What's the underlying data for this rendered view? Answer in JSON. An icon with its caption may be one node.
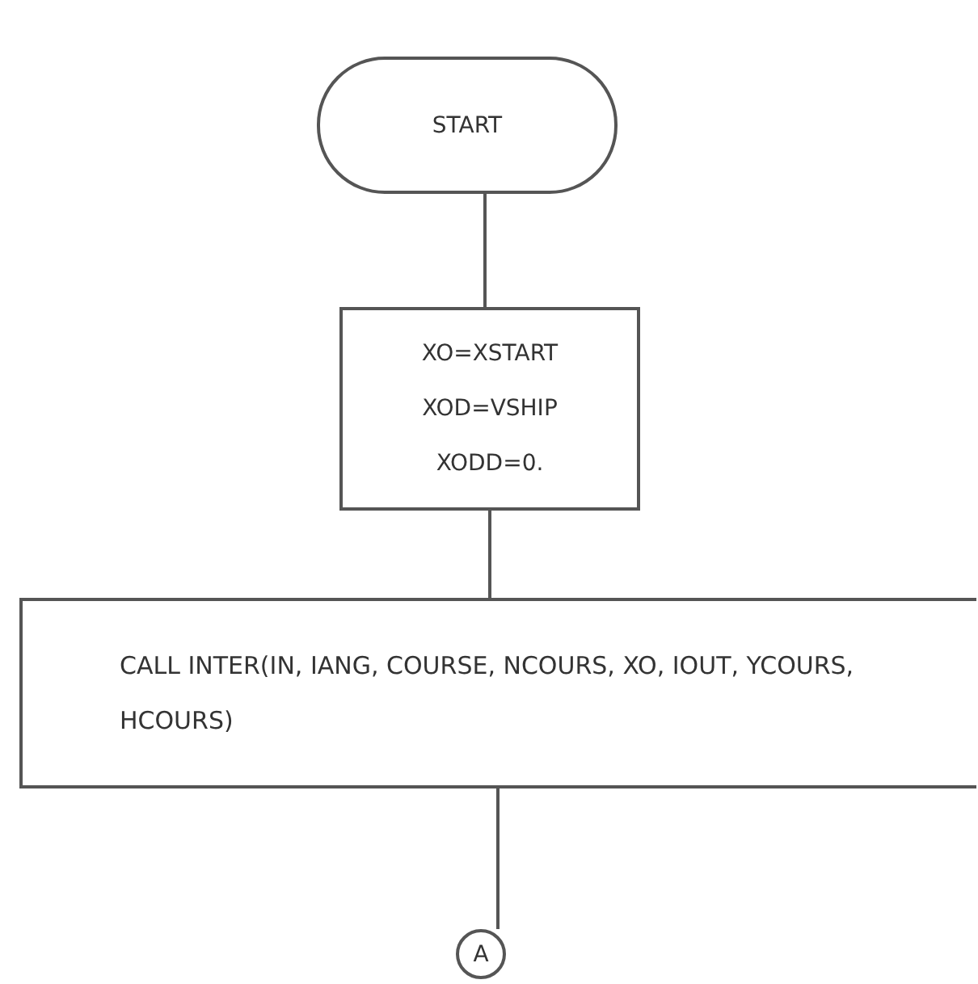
{
  "diagram": {
    "nodes": [
      {
        "text": [
          "START"
        ]
      },
      {
        "text": [
          "XO=XSTART",
          "XOD=VSHIP",
          "XODD=0."
        ]
      },
      {
        "text": [
          "CALL INTER(IN, IANG, COURSE, NCOURS, XO, IOUT, YCOURS, HCOURS)"
        ]
      },
      {
        "text": [
          "A"
        ]
      }
    ],
    "edges": [
      {
        "from": 0,
        "to": 1,
        "arrow": "none"
      },
      {
        "from": 1,
        "to": 2,
        "arrow": "none"
      },
      {
        "from": 2,
        "to": 3,
        "arrow": "none"
      }
    ]
  }
}
